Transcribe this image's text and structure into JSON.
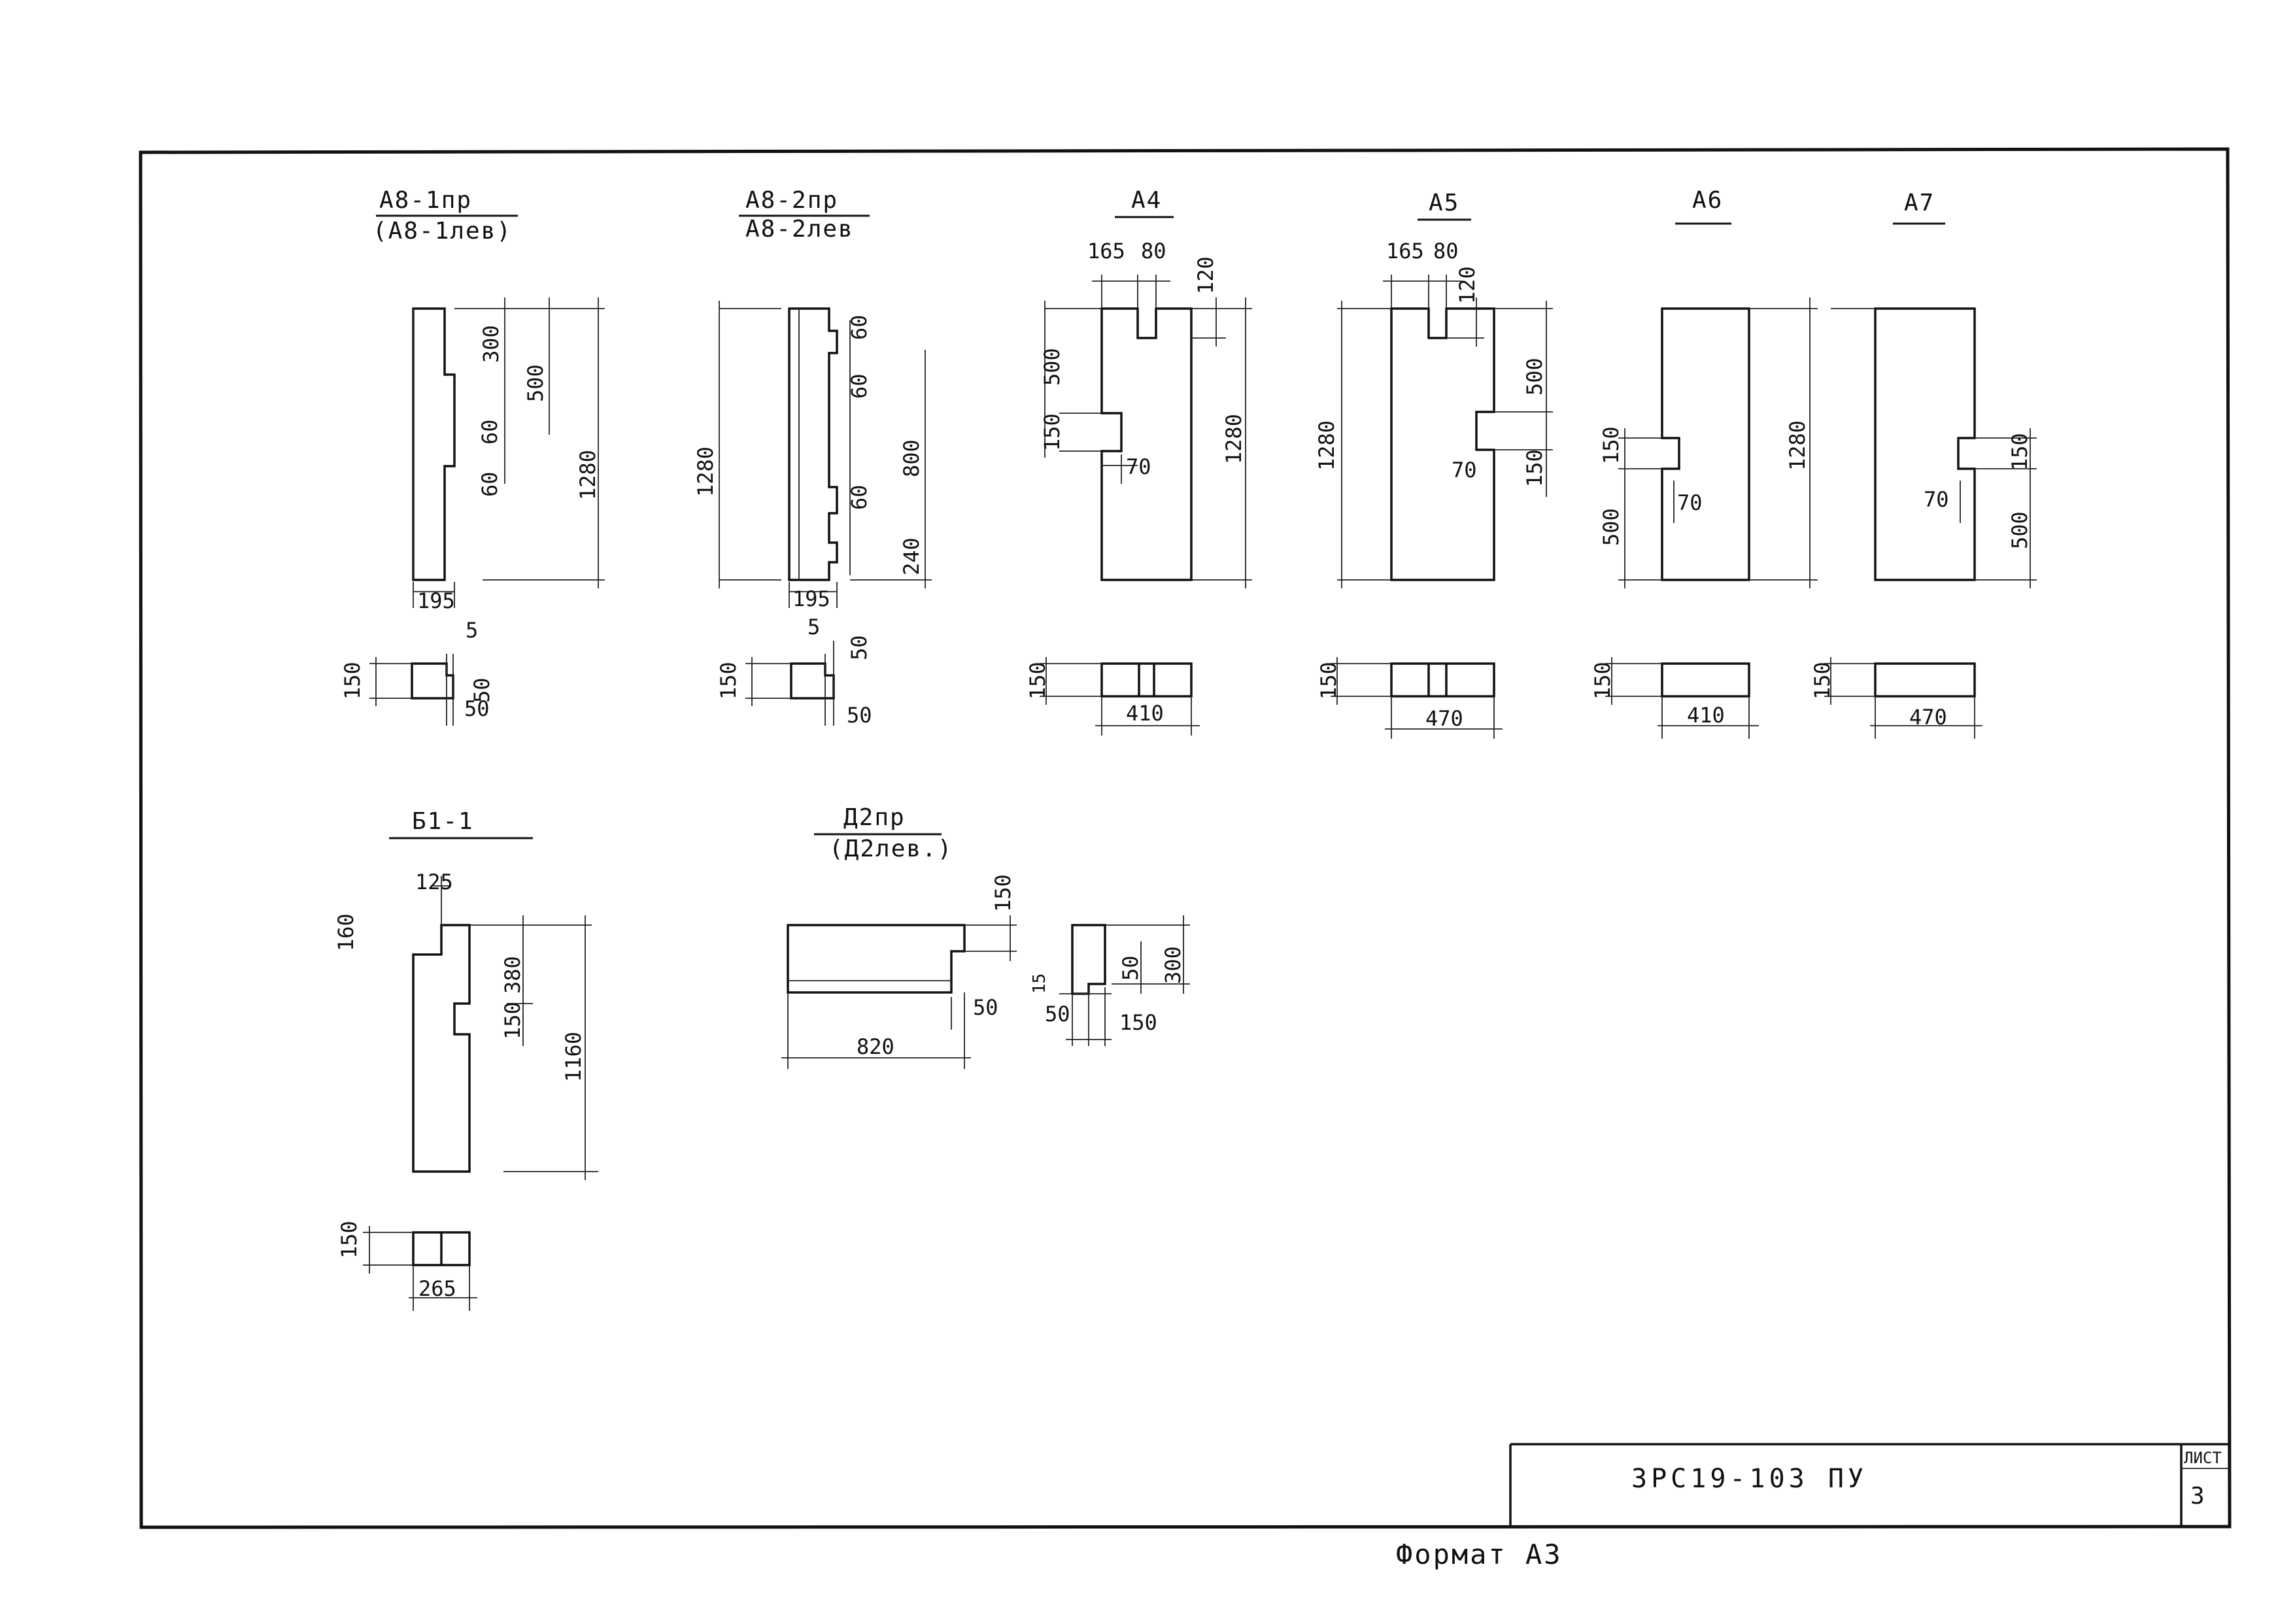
{
  "drawing": {
    "code": "3РС19-103 ПУ",
    "sheet_label": "ЛИСТ",
    "sheet_number": "3",
    "format_caption": "Формат А3"
  },
  "parts": {
    "a8_1": {
      "title": "А8-1пр",
      "subtitle": "(А8-1лев)",
      "dims": {
        "d300": "300",
        "d500": "500",
        "d60a": "60",
        "d60b": "60",
        "h1280": "1280",
        "w195": "195",
        "s150": "150",
        "s5": "5",
        "s50a": "50",
        "s50b": "50"
      }
    },
    "a8_2": {
      "title": "А8-2пр",
      "subtitle": "А8-2лев",
      "dims": {
        "h1280": "1280",
        "d60a": "60",
        "d60b": "60",
        "d60c": "60",
        "d800": "800",
        "d240": "240",
        "w195": "195",
        "s150": "150",
        "s5": "5",
        "s50a": "50",
        "s50b": "50"
      }
    },
    "a4": {
      "title": "А4",
      "dims": {
        "d165": "165",
        "d80": "80",
        "d120": "120",
        "d500": "500",
        "d150": "150",
        "d70": "70",
        "h1280": "1280",
        "s150": "150",
        "w410": "410"
      }
    },
    "a5": {
      "title": "А5",
      "dims": {
        "d165": "165",
        "d80": "80",
        "d120": "120",
        "d500": "500",
        "d150": "150",
        "d70": "70",
        "h1280": "1280",
        "s150": "150",
        "w470": "470"
      }
    },
    "a6": {
      "title": "А6",
      "dims": {
        "d150": "150",
        "d500": "500",
        "d70": "70",
        "h1280": "1280",
        "s150": "150",
        "w410": "410"
      }
    },
    "a7": {
      "title": "А7",
      "dims": {
        "d150": "150",
        "d500": "500",
        "d70": "70",
        "s150": "150",
        "w470": "470"
      }
    },
    "b1_1": {
      "title": "Б1-1",
      "dims": {
        "d125": "125",
        "d160": "160",
        "d380": "380",
        "d150": "150",
        "h1160": "1160",
        "s150": "150",
        "w265": "265"
      }
    },
    "d2": {
      "title": "Д2пр",
      "subtitle": "(Д2лев.)",
      "dims": {
        "d150": "150",
        "d50": "50",
        "w820": "820",
        "s50a": "50",
        "s300": "300",
        "s15": "15",
        "s50b": "50",
        "s150": "150"
      }
    }
  }
}
